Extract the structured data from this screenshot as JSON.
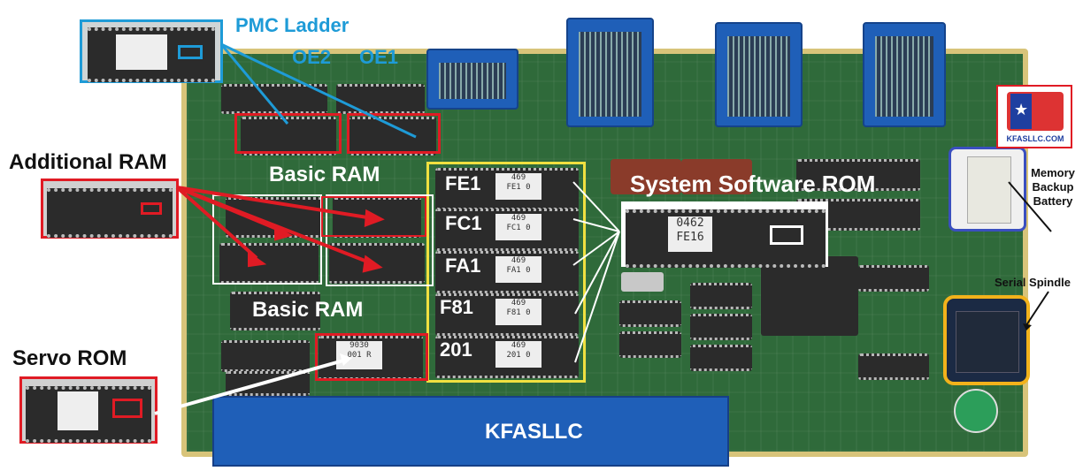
{
  "labels": {
    "pmc_ladder": "PMC Ladder",
    "oe2": "OE2",
    "oe1": "OE1",
    "additional_ram": "Additional RAM",
    "basic_ram_top": "Basic RAM",
    "basic_ram_bottom": "Basic RAM",
    "servo_rom": "Servo ROM",
    "system_software_rom": "System Software ROM",
    "memory_backup_battery": "Memory Backup Battery",
    "serial_spindle": "Serial Spindle",
    "kfasllc": "KFASLLC",
    "logo_text": "KFASLLC.COM"
  },
  "rom_chips": [
    "FE1",
    "FC1",
    "FA1",
    "F81",
    "201"
  ],
  "chip_stickers": {
    "fe1": "469\nFE1 0",
    "fc1": "469\nFC1 0",
    "fa1": "469\nFA1 0",
    "f81": "469\nF81 0",
    "c201": "469\n201 0",
    "servo": "9030\n001 R",
    "system_rom": "0462\nFE16"
  },
  "colors": {
    "pcb_green": "#2f6a3a",
    "annotation_blue": "#1e9bd7",
    "highlight_red": "#e01b24",
    "highlight_yellow": "#f0e040",
    "highlight_orange": "#f2b21b",
    "connector_blue": "#1f5fb8"
  }
}
